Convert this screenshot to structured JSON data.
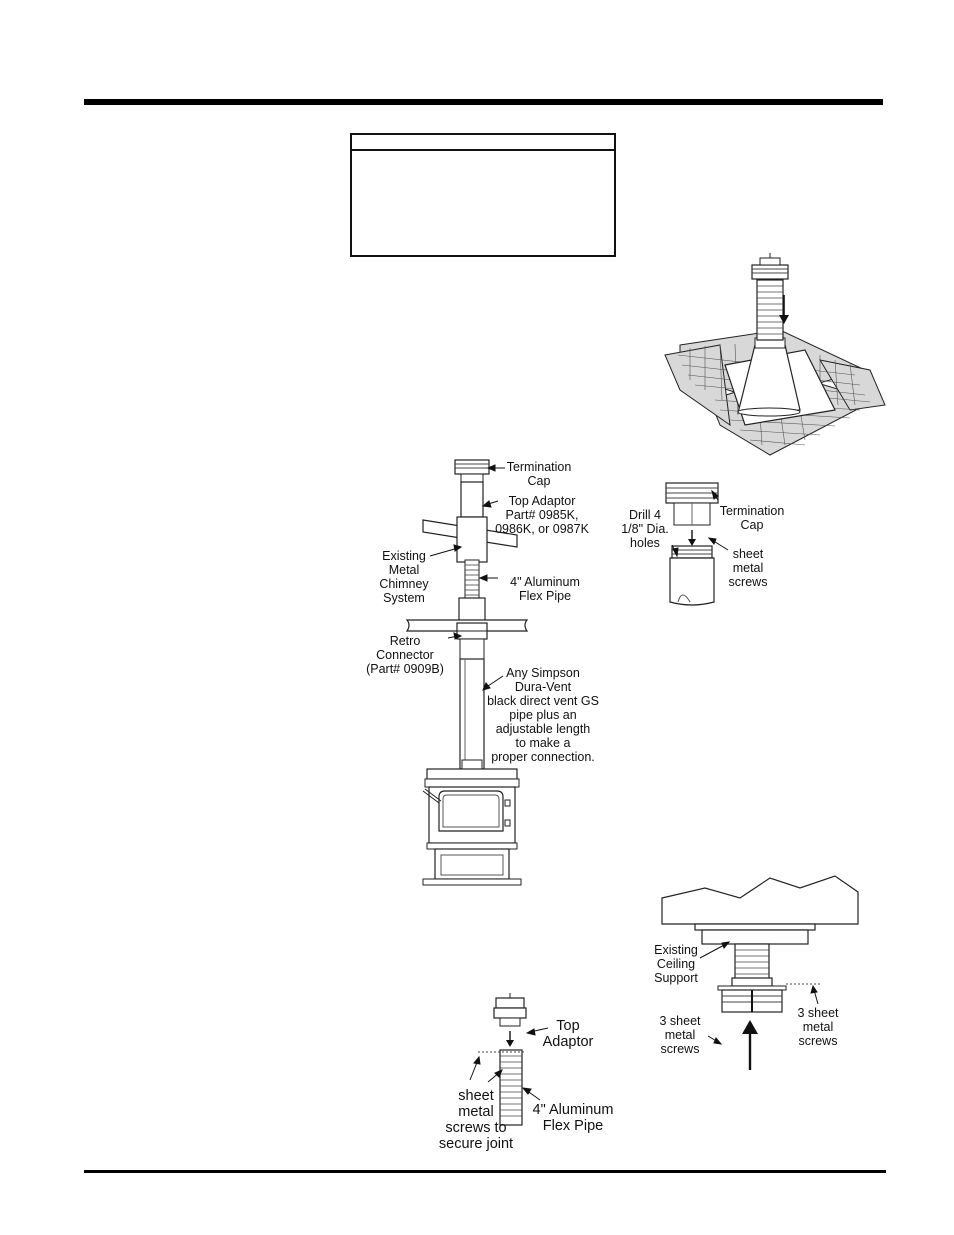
{
  "diagram": {
    "main": {
      "termination_cap": [
        "Termination",
        "Cap"
      ],
      "top_adaptor": [
        "Top Adaptor",
        "Part# 0985K,",
        "0986K, or 0987K"
      ],
      "existing_chimney": [
        "Existing",
        "Metal",
        "Chimney",
        "System"
      ],
      "flex_pipe": [
        "4\" Aluminum",
        "Flex Pipe"
      ],
      "retro_connector": [
        "Retro",
        "Connector",
        "(Part# 0909B)"
      ],
      "simpson": [
        "Any Simpson",
        "Dura-Vent",
        "black direct vent GS",
        "pipe plus an",
        "adjustable length",
        "to make a",
        "proper connection."
      ]
    },
    "cap_detail": {
      "termination_cap": [
        "Termination",
        "Cap"
      ],
      "drill": [
        "Drill 4",
        "1/8\" Dia.",
        "holes"
      ],
      "screws": [
        "sheet",
        "metal",
        "screws"
      ]
    },
    "adaptor_detail": {
      "top_adaptor": [
        "Top",
        "Adaptor"
      ],
      "screws": [
        "sheet",
        "metal",
        "screws to",
        "secure joint"
      ],
      "flex_pipe": [
        "4\" Aluminum",
        "Flex Pipe"
      ]
    },
    "ceiling_detail": {
      "support": [
        "Existing",
        "Ceiling",
        "Support"
      ],
      "screws_left": [
        "3 sheet",
        "metal",
        "screws"
      ],
      "screws_right": [
        "3 sheet",
        "metal",
        "screws"
      ]
    }
  }
}
